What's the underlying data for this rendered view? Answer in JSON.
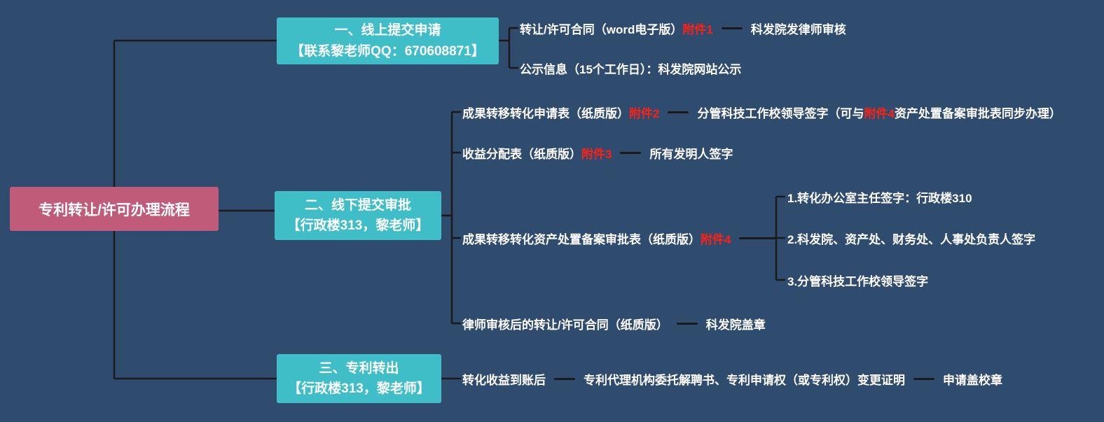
{
  "colors": {
    "background": "#2F4C6F",
    "root_box": "#C05C7A",
    "branch_box": "#3FBEC7",
    "connector": "#1A1A1A",
    "text": "#FFFFFF",
    "accent_red": "#FF2014"
  },
  "root": {
    "label": "专利转让/许可办理流程"
  },
  "branches": [
    {
      "title": "一、线上提交申请",
      "subtitle": "【联系黎老师QQ：670608871】",
      "children": [
        {
          "nodes": [
            {
              "segments": [
                {
                  "text": "转让/许可合同（word电子版）",
                  "red": false
                },
                {
                  "text": "附件1",
                  "red": true
                }
              ]
            },
            {
              "segments": [
                {
                  "text": "科发院发律师审核",
                  "red": false
                }
              ]
            }
          ]
        },
        {
          "nodes": [
            {
              "segments": [
                {
                  "text": "公示信息（15个工作日）：科发院网站公示",
                  "red": false
                }
              ]
            }
          ]
        }
      ]
    },
    {
      "title": "二、线下提交审批",
      "subtitle": "【行政楼313，黎老师】",
      "children": [
        {
          "nodes": [
            {
              "segments": [
                {
                  "text": "成果转移转化申请表（纸质版）",
                  "red": false
                },
                {
                  "text": "附件2",
                  "red": true
                }
              ]
            },
            {
              "segments": [
                {
                  "text": "分管科技工作校领导签字（可与",
                  "red": false
                },
                {
                  "text": "附件4",
                  "red": true
                },
                {
                  "text": "资产处置备案审批表同步办理）",
                  "red": false
                }
              ]
            }
          ]
        },
        {
          "nodes": [
            {
              "segments": [
                {
                  "text": "收益分配表（纸质版）",
                  "red": false
                },
                {
                  "text": "附件3",
                  "red": true
                }
              ]
            },
            {
              "segments": [
                {
                  "text": "所有发明人签字",
                  "red": false
                }
              ]
            }
          ]
        },
        {
          "nodes": [
            {
              "segments": [
                {
                  "text": "成果转移转化资产处置备案审批表（纸质版）",
                  "red": false
                },
                {
                  "text": "附件4",
                  "red": true
                }
              ]
            }
          ],
          "sub_children": [
            "1.转化办公室主任签字：行政楼310",
            "2.科发院、资产处、财务处、人事处负责人签字",
            "3.分管科技工作校领导签字"
          ]
        },
        {
          "nodes": [
            {
              "segments": [
                {
                  "text": "律师审核后的转让/许可合同（纸质版）",
                  "red": false
                }
              ]
            },
            {
              "segments": [
                {
                  "text": "科发院盖章",
                  "red": false
                }
              ]
            }
          ]
        }
      ]
    },
    {
      "title": "三、专利转出",
      "subtitle": "【行政楼313，黎老师】",
      "children": [
        {
          "nodes": [
            {
              "segments": [
                {
                  "text": "转化收益到账后",
                  "red": false
                }
              ]
            },
            {
              "segments": [
                {
                  "text": "专利代理机构委托解聘书、专利申请权（或专利权）变更证明",
                  "red": false
                }
              ]
            },
            {
              "segments": [
                {
                  "text": "申请盖校章",
                  "red": false
                }
              ]
            }
          ]
        }
      ]
    }
  ]
}
